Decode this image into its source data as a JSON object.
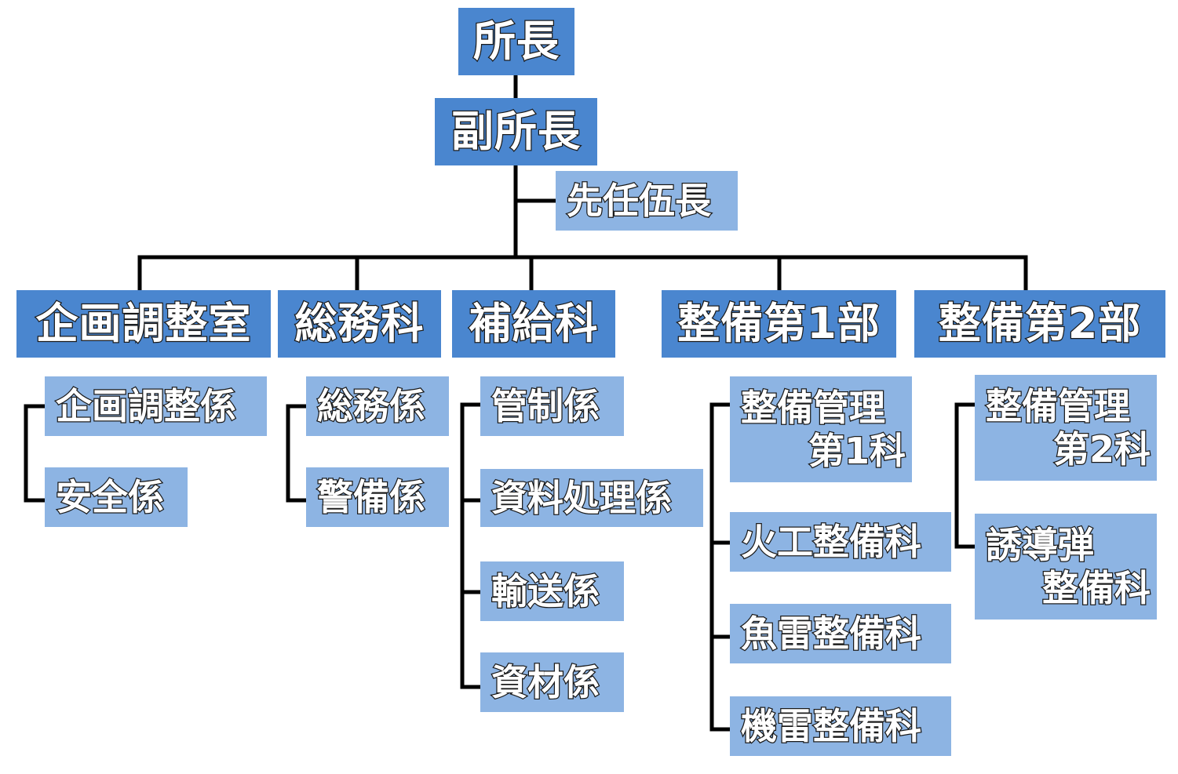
{
  "chart_data": {
    "type": "org-chart",
    "nodes": {
      "director": "所長",
      "deputy": "副所長",
      "senior_chief": "先任伍長",
      "dept_planning": "企画調整室",
      "dept_general": "総務科",
      "dept_supply": "補給科",
      "dept_maint1": "整備第1部",
      "dept_maint2": "整備第2部",
      "planning_sec": "企画調整係",
      "safety_sec": "安全係",
      "general_sec": "総務係",
      "guard_sec": "警備係",
      "control_sec": "管制係",
      "data_sec": "資料処理係",
      "transport_sec": "輸送係",
      "material_sec": "資材係",
      "mgmt1_l1": "整備管理",
      "mgmt1_l2": "第1科",
      "ordnance": "火工整備科",
      "torpedo": "魚雷整備科",
      "mine": "機雷整備科",
      "mgmt2_l1": "整備管理",
      "mgmt2_l2": "第2科",
      "missile_l1": "誘導弾",
      "missile_l2": "整備科"
    },
    "colors": {
      "dark_box": "#4a86cf",
      "light_box": "#8db4e3",
      "line": "#000000"
    }
  }
}
